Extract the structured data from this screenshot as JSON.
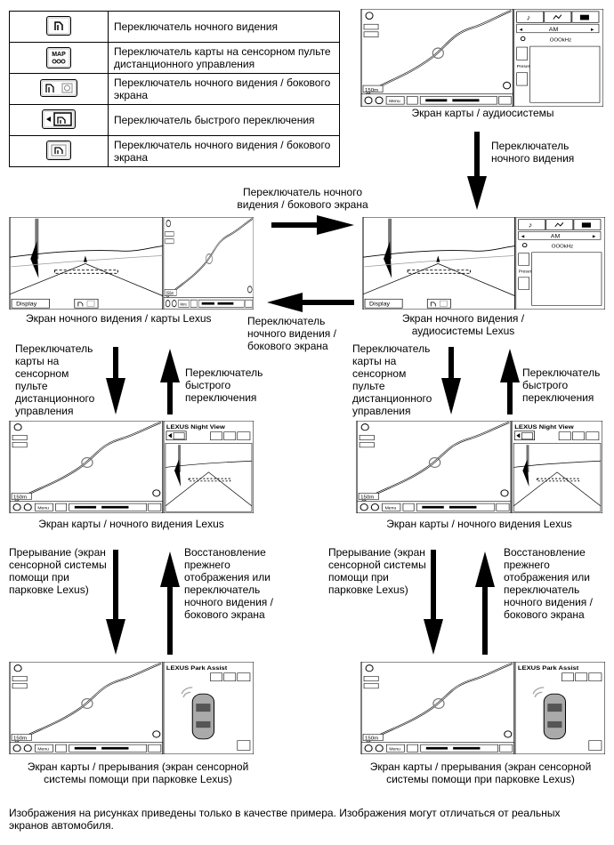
{
  "legend": [
    {
      "icon": "night-view-switch-icon",
      "text": "Переключатель ночного видения"
    },
    {
      "icon": "map-switch-icon",
      "icon_text": "MAP",
      "text": "Переключатель карты на сенсорном пульте дистанционного управления"
    },
    {
      "icon": "night-view-side-switch-icon",
      "text": "Переключатель ночного видения / бокового экрана"
    },
    {
      "icon": "quick-switch-icon",
      "text": "Переключатель быстрого переключения"
    },
    {
      "icon": "night-view-side-switch-icon",
      "text": "Переключатель ночного видения / бокового экрана"
    }
  ],
  "screen_text": {
    "display": "Display",
    "am": "AM",
    "preset": "Preset",
    "khz": "OOOkHz",
    "scale": "150m",
    "menu": "Menu",
    "night_view_title": "LEXUS Night View",
    "park_assist_title": "LEXUS Park Assist"
  },
  "screens": {
    "map_audio": "Экран карты / аудиосистемы",
    "nv_map": "Экран ночного видения / карты Lexus",
    "nv_audio": "Экран ночного видения / аудиосистемы Lexus",
    "map_nv_left": "Экран карты / ночного видения Lexus",
    "map_nv_right": "Экран карты / ночного видения Lexus",
    "map_int_left": "Экран карты / прерывания (экран сенсорной системы помощи при парковке Lexus)",
    "map_int_right": "Экран карты / прерывания (экран сенсорной системы помощи при парковке Lexus)"
  },
  "arrows": {
    "night_view_switch": "Переключатель ночного видения",
    "nv_side_top": "Переключатель ночного видения / бокового экрана",
    "nv_side_mid": "Переключатель ночного видения / бокового экрана",
    "map_remote_left": "Переключатель карты на сенсорном пульте дистанционного управления",
    "quick_left": "Переключатель быстрого переключения",
    "map_remote_right": "Переключатель карты на сенсорном пульте дистанционного управления",
    "quick_right": "Переключатель быстрого переключения",
    "interrupt_left": "Прерывание (экран сенсорной системы помощи при парковке Lexus)",
    "restore_left": "Восстановление прежнего отображения или переключатель ночного видения / бокового экрана",
    "interrupt_right": "Прерывание (экран сенсорной системы помощи при парковке Lexus)",
    "restore_right": "Восстановление прежнего отображения или переключатель ночного видения / бокового экрана"
  },
  "footnote": "Изображения на рисунках приведены только в качестве примера. Изображения могут отличаться от реальных экранов автомобиля."
}
